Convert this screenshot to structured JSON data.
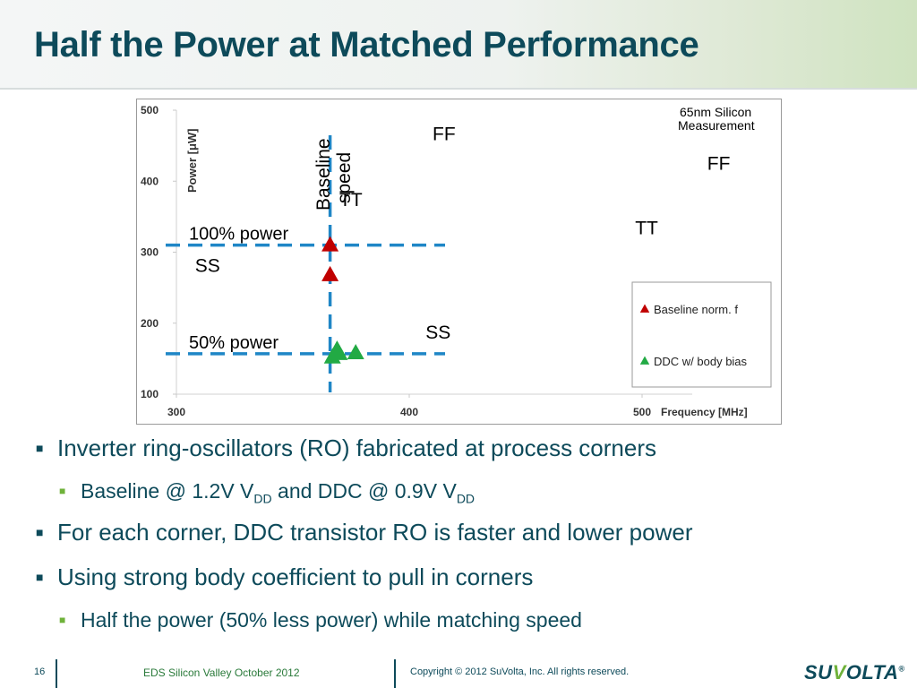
{
  "slide": {
    "title": "Half the Power at Matched Performance"
  },
  "chart_data": {
    "type": "scatter",
    "title": "",
    "xlabel": "Frequency [MHz]",
    "ylabel": "Power [μW]",
    "xlim": [
      300,
      520
    ],
    "ylim": [
      100,
      500
    ],
    "xticks": [
      300,
      400,
      500
    ],
    "yticks": [
      100,
      200,
      300,
      400,
      500
    ],
    "grid": false,
    "legend_position": "lower-right",
    "series": [
      {
        "name": "Baseline norm. f",
        "color": "#c00000",
        "marker": "triangle",
        "points": [
          {
            "x": 366,
            "y": 310
          },
          {
            "x": 366,
            "y": 268
          }
        ]
      },
      {
        "name": "DDC w/ body bias",
        "color": "#22aa44",
        "marker": "triangle",
        "points": [
          {
            "x": 369,
            "y": 163
          },
          {
            "x": 367,
            "y": 152
          },
          {
            "x": 377,
            "y": 158
          },
          {
            "x": 370,
            "y": 157
          }
        ]
      }
    ],
    "reference_lines": [
      {
        "orientation": "horizontal",
        "y": 310,
        "label": "100% power",
        "color": "#1f86c6"
      },
      {
        "orientation": "horizontal",
        "y": 157,
        "label": "50% power",
        "color": "#1f86c6"
      },
      {
        "orientation": "vertical",
        "x": 366,
        "label": "Baseline speed",
        "color": "#1f86c6"
      }
    ],
    "annotations": [
      {
        "text": "65nm Silicon Measurement"
      },
      {
        "text": "FF",
        "x": 410,
        "y": 458
      },
      {
        "text": "FF",
        "x": 528,
        "y": 416
      },
      {
        "text": "TT",
        "x": 370,
        "y": 365
      },
      {
        "text": "TT",
        "x": 497,
        "y": 325
      },
      {
        "text": "SS",
        "x": 308,
        "y": 272
      },
      {
        "text": "SS",
        "x": 407,
        "y": 178
      }
    ]
  },
  "bullets": [
    {
      "level": 1,
      "text": "Inverter ring-oscillators (RO) fabricated at process corners"
    },
    {
      "level": 2,
      "text_a": "Baseline @ 1.2V V",
      "sub_a": "DD",
      "text_b": " and DDC @ 0.9V V",
      "sub_b": "DD"
    },
    {
      "level": 1,
      "text": "For each corner, DDC transistor RO is faster and lower power"
    },
    {
      "level": 1,
      "text": "Using strong body coefficient to pull in corners"
    },
    {
      "level": 2,
      "text": "Half the power (50% less power) while matching speed"
    }
  ],
  "footer": {
    "page_number": "16",
    "event": "EDS Silicon Valley October 2012",
    "copyright": "Copyright © 2012 SuVolta, Inc. All rights reserved.",
    "logo": "SuVolta",
    "logo_mark": "®"
  }
}
